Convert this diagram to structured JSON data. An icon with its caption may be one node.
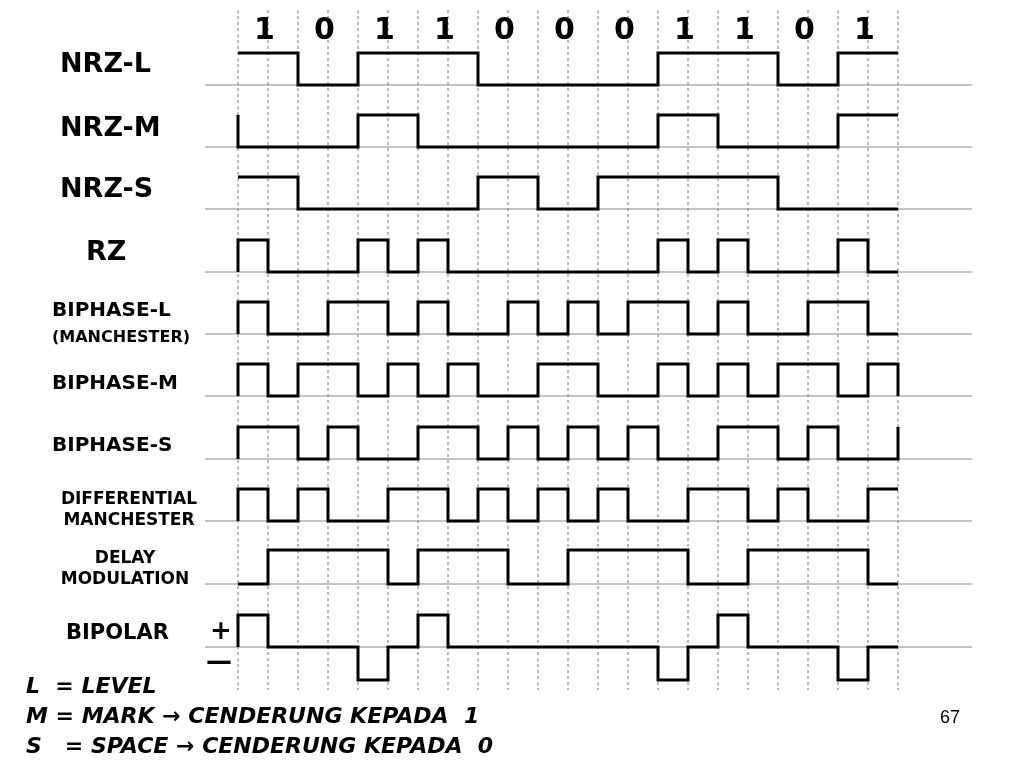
{
  "diagram": {
    "labels": [
      "1",
      "0",
      "1",
      "1",
      "0",
      "0",
      "0",
      "1",
      "1",
      "0",
      "1",
      "NRZ-L",
      "NRZ-M",
      "NRZ-S",
      "RZ",
      "BIPHASE-L",
      "(MANCHESTER)",
      "BIPHASE-M",
      "BIPHASE-S",
      "DIFFERENTIAL MANCHESTER",
      "DELAY MODULATION",
      "BIPOLAR",
      "+",
      "—",
      "L  = LEVEL",
      "M = MARK → CENDERUNG KEPADA  1",
      "S   = SPACE → CENDERUNG KEPADA  0",
      "67"
    ]
  }
}
